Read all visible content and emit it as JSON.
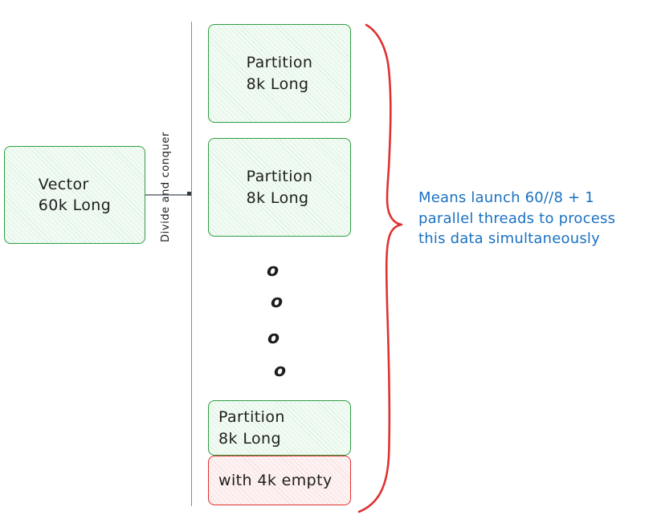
{
  "diagram": {
    "title": "Divide and conquer partitioning diagram",
    "colors": {
      "green_stroke": "#2f9e44",
      "green_fill": "#f2fbf4",
      "red_stroke": "#e03131",
      "red_fill": "#fdf3f3",
      "blue_text": "#1971c2",
      "gray_line": "#868e96",
      "black_text": "#1e1e1e"
    },
    "source_box": {
      "line1": "Vector",
      "line2": "60k Long"
    },
    "divider_caption": "Divide and conquer",
    "partitions": [
      {
        "line1": "Partition",
        "line2": "8k Long"
      },
      {
        "line1": "Partition",
        "line2": "8k Long"
      }
    ],
    "ellipsis": {
      "glyph": "o",
      "count": 4
    },
    "last_partition": {
      "line1": "Partition",
      "line2": "8k Long"
    },
    "empty_remainder": {
      "label": "with 4k empty"
    },
    "annotation": {
      "line1": "Means launch 60//8 + 1",
      "line2": "parallel threads to process",
      "line3": "this data simultaneously"
    }
  }
}
